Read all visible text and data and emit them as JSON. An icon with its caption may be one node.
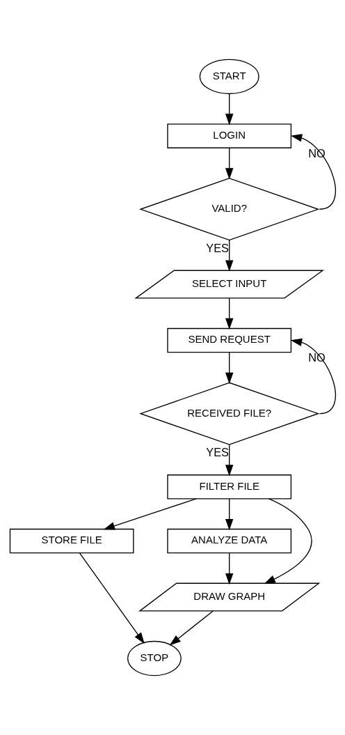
{
  "diagram": {
    "nodes": [
      {
        "text": [
          "START"
        ]
      },
      {
        "text": [
          "LOGIN"
        ]
      },
      {
        "text": [
          "VALID?"
        ]
      },
      {
        "text": [
          "SELECT INPUT"
        ]
      },
      {
        "text": [
          "SEND REQUEST"
        ]
      },
      {
        "text": [
          "RECEIVED FILE?"
        ]
      },
      {
        "text": [
          "FILTER FILE"
        ]
      },
      {
        "text": [
          "STORE FILE"
        ]
      },
      {
        "text": [
          "ANALYZE DATA"
        ]
      },
      {
        "text": [
          "DRAW GRAPH"
        ]
      },
      {
        "text": [
          "STOP"
        ]
      }
    ],
    "edges": [
      {
        "from": 0,
        "to": 1,
        "arrow": "to"
      },
      {
        "from": 1,
        "to": 2,
        "arrow": "to"
      },
      {
        "from": 2,
        "to": 1,
        "arrow": "to",
        "label": "NO"
      },
      {
        "from": 2,
        "to": 3,
        "arrow": "to",
        "label": "YES"
      },
      {
        "from": 3,
        "to": 4,
        "arrow": "to"
      },
      {
        "from": 4,
        "to": 5,
        "arrow": "to"
      },
      {
        "from": 5,
        "to": 4,
        "arrow": "to",
        "label": "NO"
      },
      {
        "from": 5,
        "to": 6,
        "arrow": "to",
        "label": "YES"
      },
      {
        "from": 6,
        "to": 7,
        "arrow": "to"
      },
      {
        "from": 6,
        "to": 9,
        "arrow": "to"
      },
      {
        "from": 6,
        "to": 8,
        "arrow": "to"
      },
      {
        "from": 8,
        "to": 9,
        "arrow": "to"
      },
      {
        "from": 9,
        "to": 10,
        "arrow": "to"
      },
      {
        "from": 7,
        "to": 10,
        "arrow": "to"
      }
    ]
  }
}
